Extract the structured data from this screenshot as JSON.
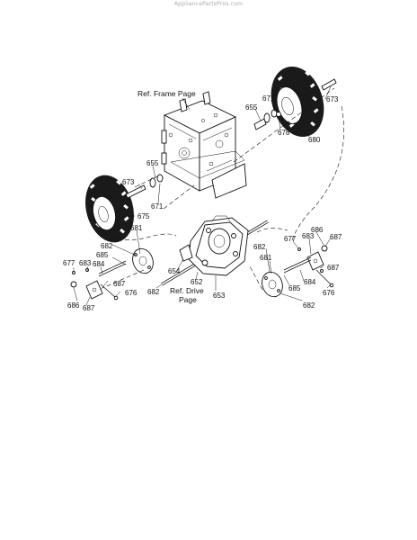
{
  "watermark": "AppliancePartsPros.com",
  "labels": {
    "ref_frame": "Ref. Frame Page",
    "ref_drive_1": "Ref. Drive",
    "ref_drive_2": "Page",
    "p655": "655",
    "p671": "671",
    "p673": "673",
    "p678": "678",
    "p680": "680",
    "p675": "675",
    "p682": "682",
    "p681": "681",
    "p677": "677",
    "p683": "683",
    "p684": "684",
    "p685": "685",
    "p686": "686",
    "p687": "687",
    "p676": "676",
    "p652": "652",
    "p653": "653",
    "p654": "654"
  }
}
